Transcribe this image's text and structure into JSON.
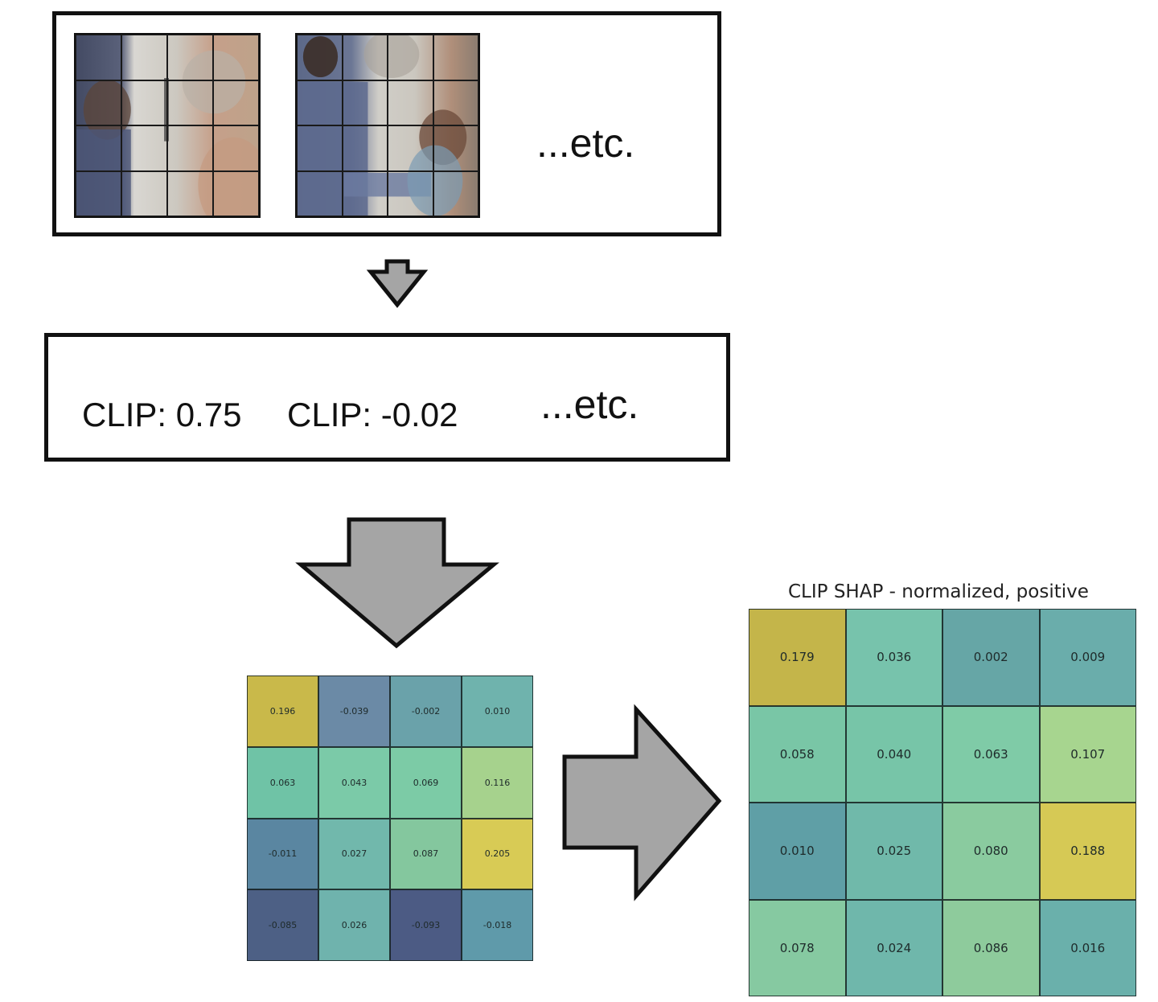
{
  "top_box": {
    "ellipsis": "...etc."
  },
  "middle_box": {
    "score1": "CLIP: 0.75",
    "score2": "CLIP: -0.02",
    "ellipsis": "...etc."
  },
  "raw_shap": {
    "values": [
      "0.196",
      "-0.039",
      "-0.002",
      "0.010",
      "0.063",
      "0.043",
      "0.069",
      "0.116",
      "-0.011",
      "0.027",
      "0.087",
      "0.205",
      "-0.085",
      "0.026",
      "-0.093",
      "-0.018"
    ],
    "colors": [
      "#c9b94a",
      "#6b8aa6",
      "#6aa2aa",
      "#6fb3ad",
      "#6fc3a6",
      "#7bcaa8",
      "#7ccba6",
      "#a6d28d",
      "#5a86a1",
      "#71b8ac",
      "#84c79e",
      "#d8cb55",
      "#4d6085",
      "#6fb3ad",
      "#4c5b84",
      "#5f9aaa"
    ]
  },
  "norm_shap": {
    "title": "CLIP SHAP - normalized, positive",
    "values": [
      "0.179",
      "0.036",
      "0.002",
      "0.009",
      "0.058",
      "0.040",
      "0.063",
      "0.107",
      "0.010",
      "0.025",
      "0.080",
      "0.188",
      "0.078",
      "0.024",
      "0.086",
      "0.016"
    ],
    "colors": [
      "#c4b54a",
      "#77c3ac",
      "#66a6a6",
      "#6aadab",
      "#79c6a6",
      "#77c5a8",
      "#7fcba7",
      "#a7d58f",
      "#5f9fa6",
      "#70b9aa",
      "#8acb9f",
      "#d6c955",
      "#86c9a1",
      "#6fb7ab",
      "#8ecb9c",
      "#6ab0ab"
    ]
  }
}
